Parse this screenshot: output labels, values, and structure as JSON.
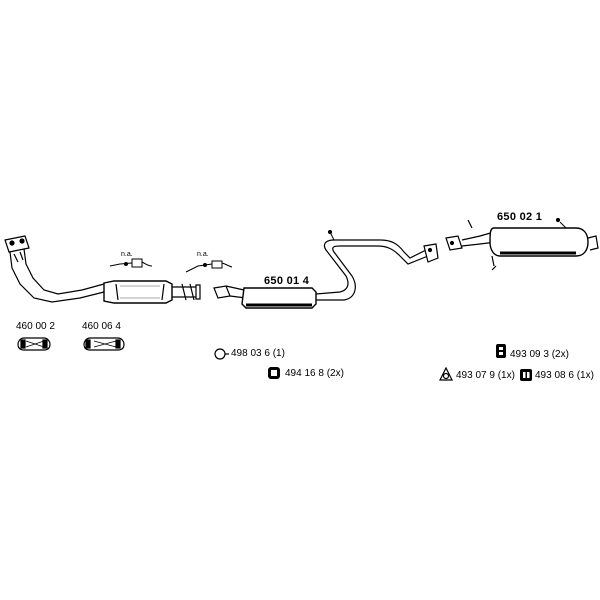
{
  "parts": {
    "pipe_front_left": "460 00 2",
    "pipe_front_right": "460 06 4",
    "middle_muffler": "650 01 4",
    "rear_muffler": "650 02 1"
  },
  "sensor_notes": {
    "left": "n.a.",
    "right": "n.a."
  },
  "accessories": [
    {
      "code": "498 03 6 (1)",
      "icon": "clamp-ring-icon"
    },
    {
      "code": "494 16 8 (2x)",
      "icon": "rubber-mount-icon"
    },
    {
      "code": "493 09 3 (2x)",
      "icon": "hanger-block-icon"
    },
    {
      "code": "493 07 9 (1x)",
      "icon": "ring-hanger-icon"
    },
    {
      "code": "493 08 6 (1x)",
      "icon": "double-hanger-icon"
    }
  ],
  "colors": {
    "line": "#000000",
    "background": "#ffffff"
  }
}
